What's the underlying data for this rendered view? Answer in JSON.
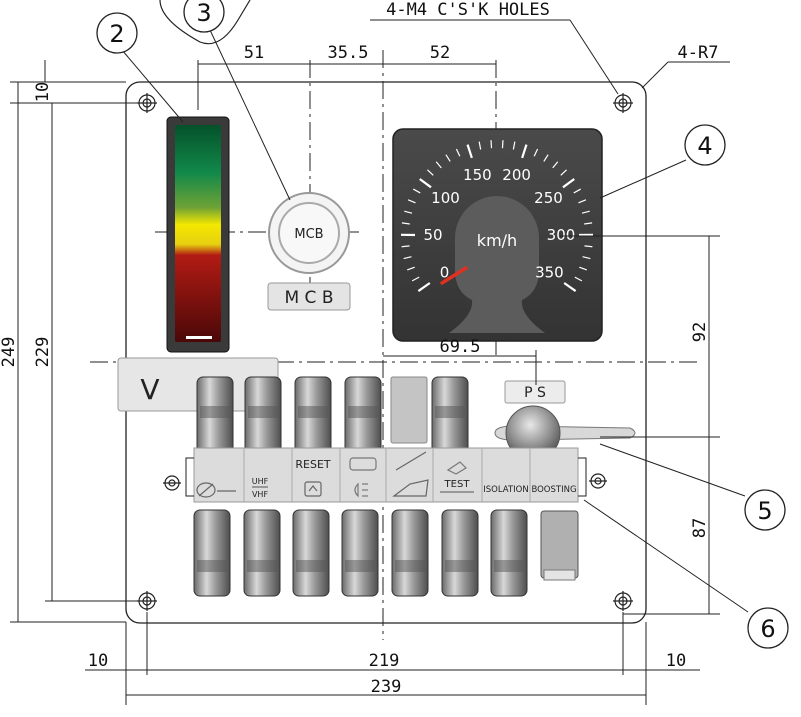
{
  "top_note": "4-M4 C'S'K HOLES",
  "corner_radius": "4-R7",
  "dimensions": {
    "d51": "51",
    "d35_5": "35.5",
    "d52": "52",
    "d10_top": "10",
    "d249": "249",
    "d229": "229",
    "d92": "92",
    "d87": "87",
    "d69_5": "69.5",
    "d10_left": "10",
    "d219": "219",
    "d10_right": "10",
    "d239": "239"
  },
  "callouts": [
    "2",
    "3",
    "4",
    "5",
    "6"
  ],
  "gauge": {
    "unit": "km/h",
    "labels": [
      "0",
      "50",
      "100",
      "150",
      "200",
      "250",
      "300",
      "350"
    ],
    "needle_value": 0
  },
  "mcb": {
    "button": "MCB",
    "plate": "M C B"
  },
  "ps_label": "P S",
  "voltmeter_label": "V",
  "switch_labels": {
    "reset": "RESET",
    "uhf": "UHF",
    "vhf": "VHF",
    "test": "TEST",
    "isolation": "ISOLATION",
    "boosting": "BOOSTING"
  },
  "colors": {
    "bar_green": "#0a7a3a",
    "bar_yellow": "#f2e600",
    "bar_red": "#9a1010",
    "gauge_face": "#3c3c3c",
    "needle": "#e03020"
  }
}
